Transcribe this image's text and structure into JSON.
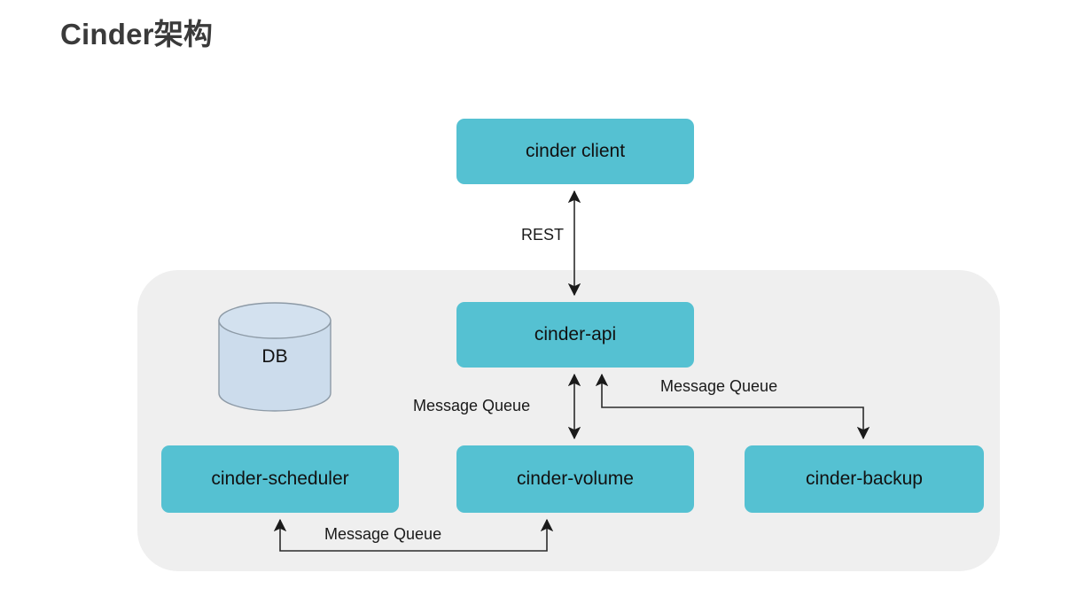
{
  "page": {
    "title": "Cinder架构",
    "background_color": "#ffffff"
  },
  "colors": {
    "node_fill": "#55c1d2",
    "panel_fill": "#efefef",
    "db_fill": "#ccdcec",
    "db_stroke": "#8d9aa6",
    "edge_stroke": "#2b2b2b",
    "title_color": "#3a3a3a",
    "text_color": "#111111"
  },
  "diagram": {
    "type": "architecture-block-diagram",
    "panel": {
      "name": "cinder-services-group",
      "label": ""
    },
    "nodes": [
      {
        "id": "cinder-client",
        "label": "cinder client",
        "shape": "rounded-rect",
        "group": "external"
      },
      {
        "id": "cinder-api",
        "label": "cinder-api",
        "shape": "rounded-rect",
        "group": "panel"
      },
      {
        "id": "cinder-scheduler",
        "label": "cinder-scheduler",
        "shape": "rounded-rect",
        "group": "panel"
      },
      {
        "id": "cinder-volume",
        "label": "cinder-volume",
        "shape": "rounded-rect",
        "group": "panel"
      },
      {
        "id": "cinder-backup",
        "label": "cinder-backup",
        "shape": "rounded-rect",
        "group": "panel"
      },
      {
        "id": "db",
        "label": "DB",
        "shape": "cylinder",
        "group": "panel"
      }
    ],
    "edges": [
      {
        "id": "client-api",
        "from": "cinder-client",
        "to": "cinder-api",
        "label": "REST",
        "direction": "bidirectional",
        "style": "straight-vertical"
      },
      {
        "id": "api-volume",
        "from": "cinder-api",
        "to": "cinder-volume",
        "label": "Message Queue",
        "direction": "bidirectional",
        "style": "straight-vertical"
      },
      {
        "id": "api-backup",
        "from": "cinder-api",
        "to": "cinder-backup",
        "label": "Message Queue",
        "direction": "bidirectional",
        "style": "elbow"
      },
      {
        "id": "scheduler-volume",
        "from": "cinder-volume",
        "to": "cinder-scheduler",
        "label": "Message Queue",
        "direction": "bidirectional",
        "style": "u-shape"
      }
    ]
  },
  "labels": {
    "rest": "REST",
    "mq_volume": "Message Queue",
    "mq_backup": "Message Queue",
    "mq_scheduler": "Message Queue"
  }
}
